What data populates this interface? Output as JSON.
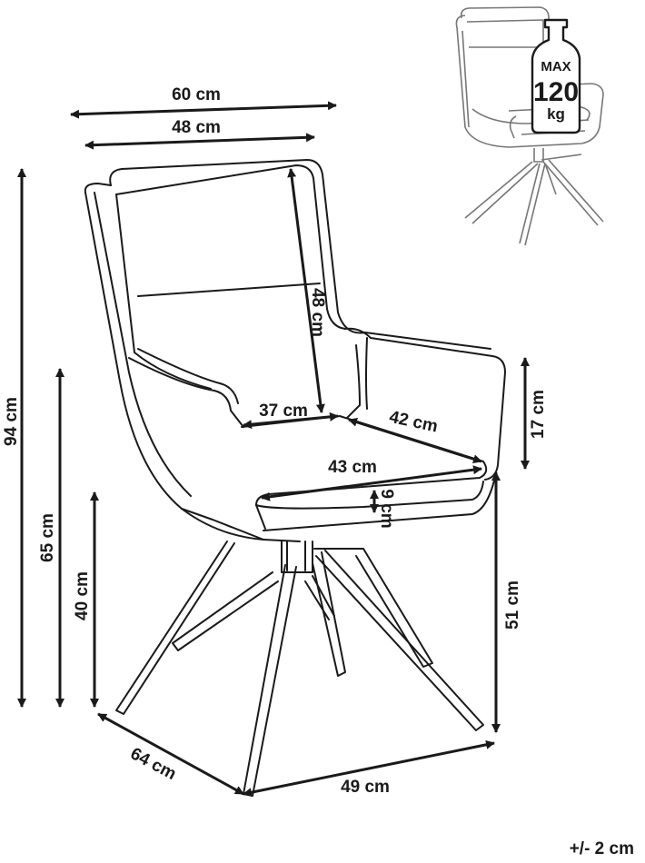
{
  "dimensions": {
    "overall_width": "60 cm",
    "seat_back_width": "48 cm",
    "backrest_height": "48 cm",
    "seat_width": "37 cm",
    "seat_depth": "42 cm",
    "seat_front_width": "43 cm",
    "cushion_thickness": "9 cm",
    "armrest_height": "17 cm",
    "total_height": "94 cm",
    "arm_height": "65 cm",
    "seat_height_front": "40 cm",
    "seat_height_side": "51 cm",
    "base_depth": "64 cm",
    "base_width": "49 cm"
  },
  "load_badge": {
    "line1": "MAX",
    "line2": "120",
    "line3": "kg"
  },
  "tolerance": "+/- 2 cm",
  "colors": {
    "line": "#1a1a1a",
    "thumb_line": "#777777",
    "background": "#ffffff"
  }
}
